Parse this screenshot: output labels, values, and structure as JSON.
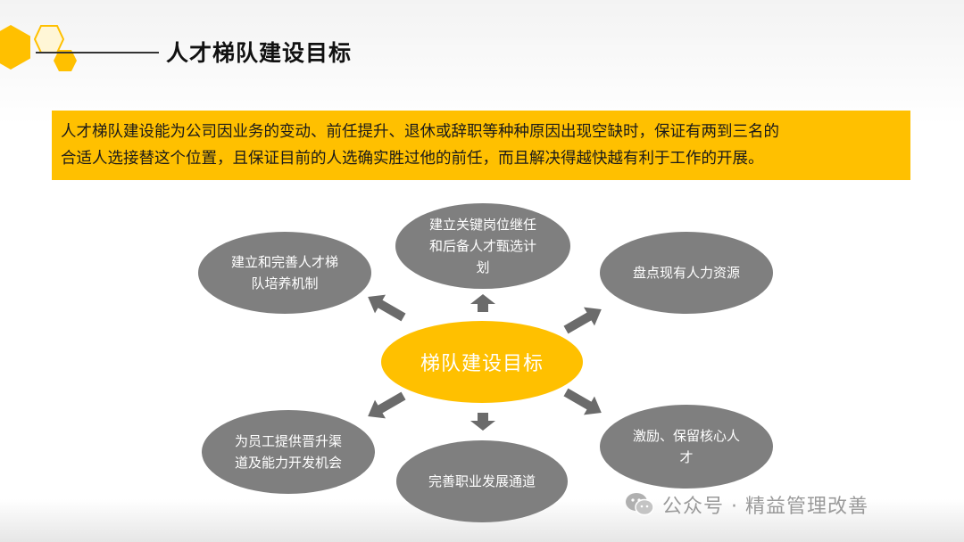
{
  "title": "人才梯队建设目标",
  "intro": "人才梯队建设能为公司因业务的变动、前任提升、退休或辞职等种种原因出现空缺时，保证有两到三名的\n合适人选接替这个位置，且保证目前的人选确实胜过他的前任，而且解决得越快越有利于工作的开展。",
  "diagram": {
    "center": "梯队建设目标",
    "nodes": {
      "top": "建立关键岗位继任\n和后备人才甄选计\n划",
      "top_left": "建立和完善人才梯\n队培养机制",
      "top_right": "盘点现有人力资源",
      "bottom_left": "为员工提供晋升渠\n道及能力开发机会",
      "bottom": "完善职业发展通道",
      "bottom_right": "激励、保留核心人\n才"
    }
  },
  "watermark": "公众号 · 精益管理改善",
  "colors": {
    "accent": "#ffc000",
    "node": "#7f7f7f",
    "arrow": "#6b6b6b"
  }
}
